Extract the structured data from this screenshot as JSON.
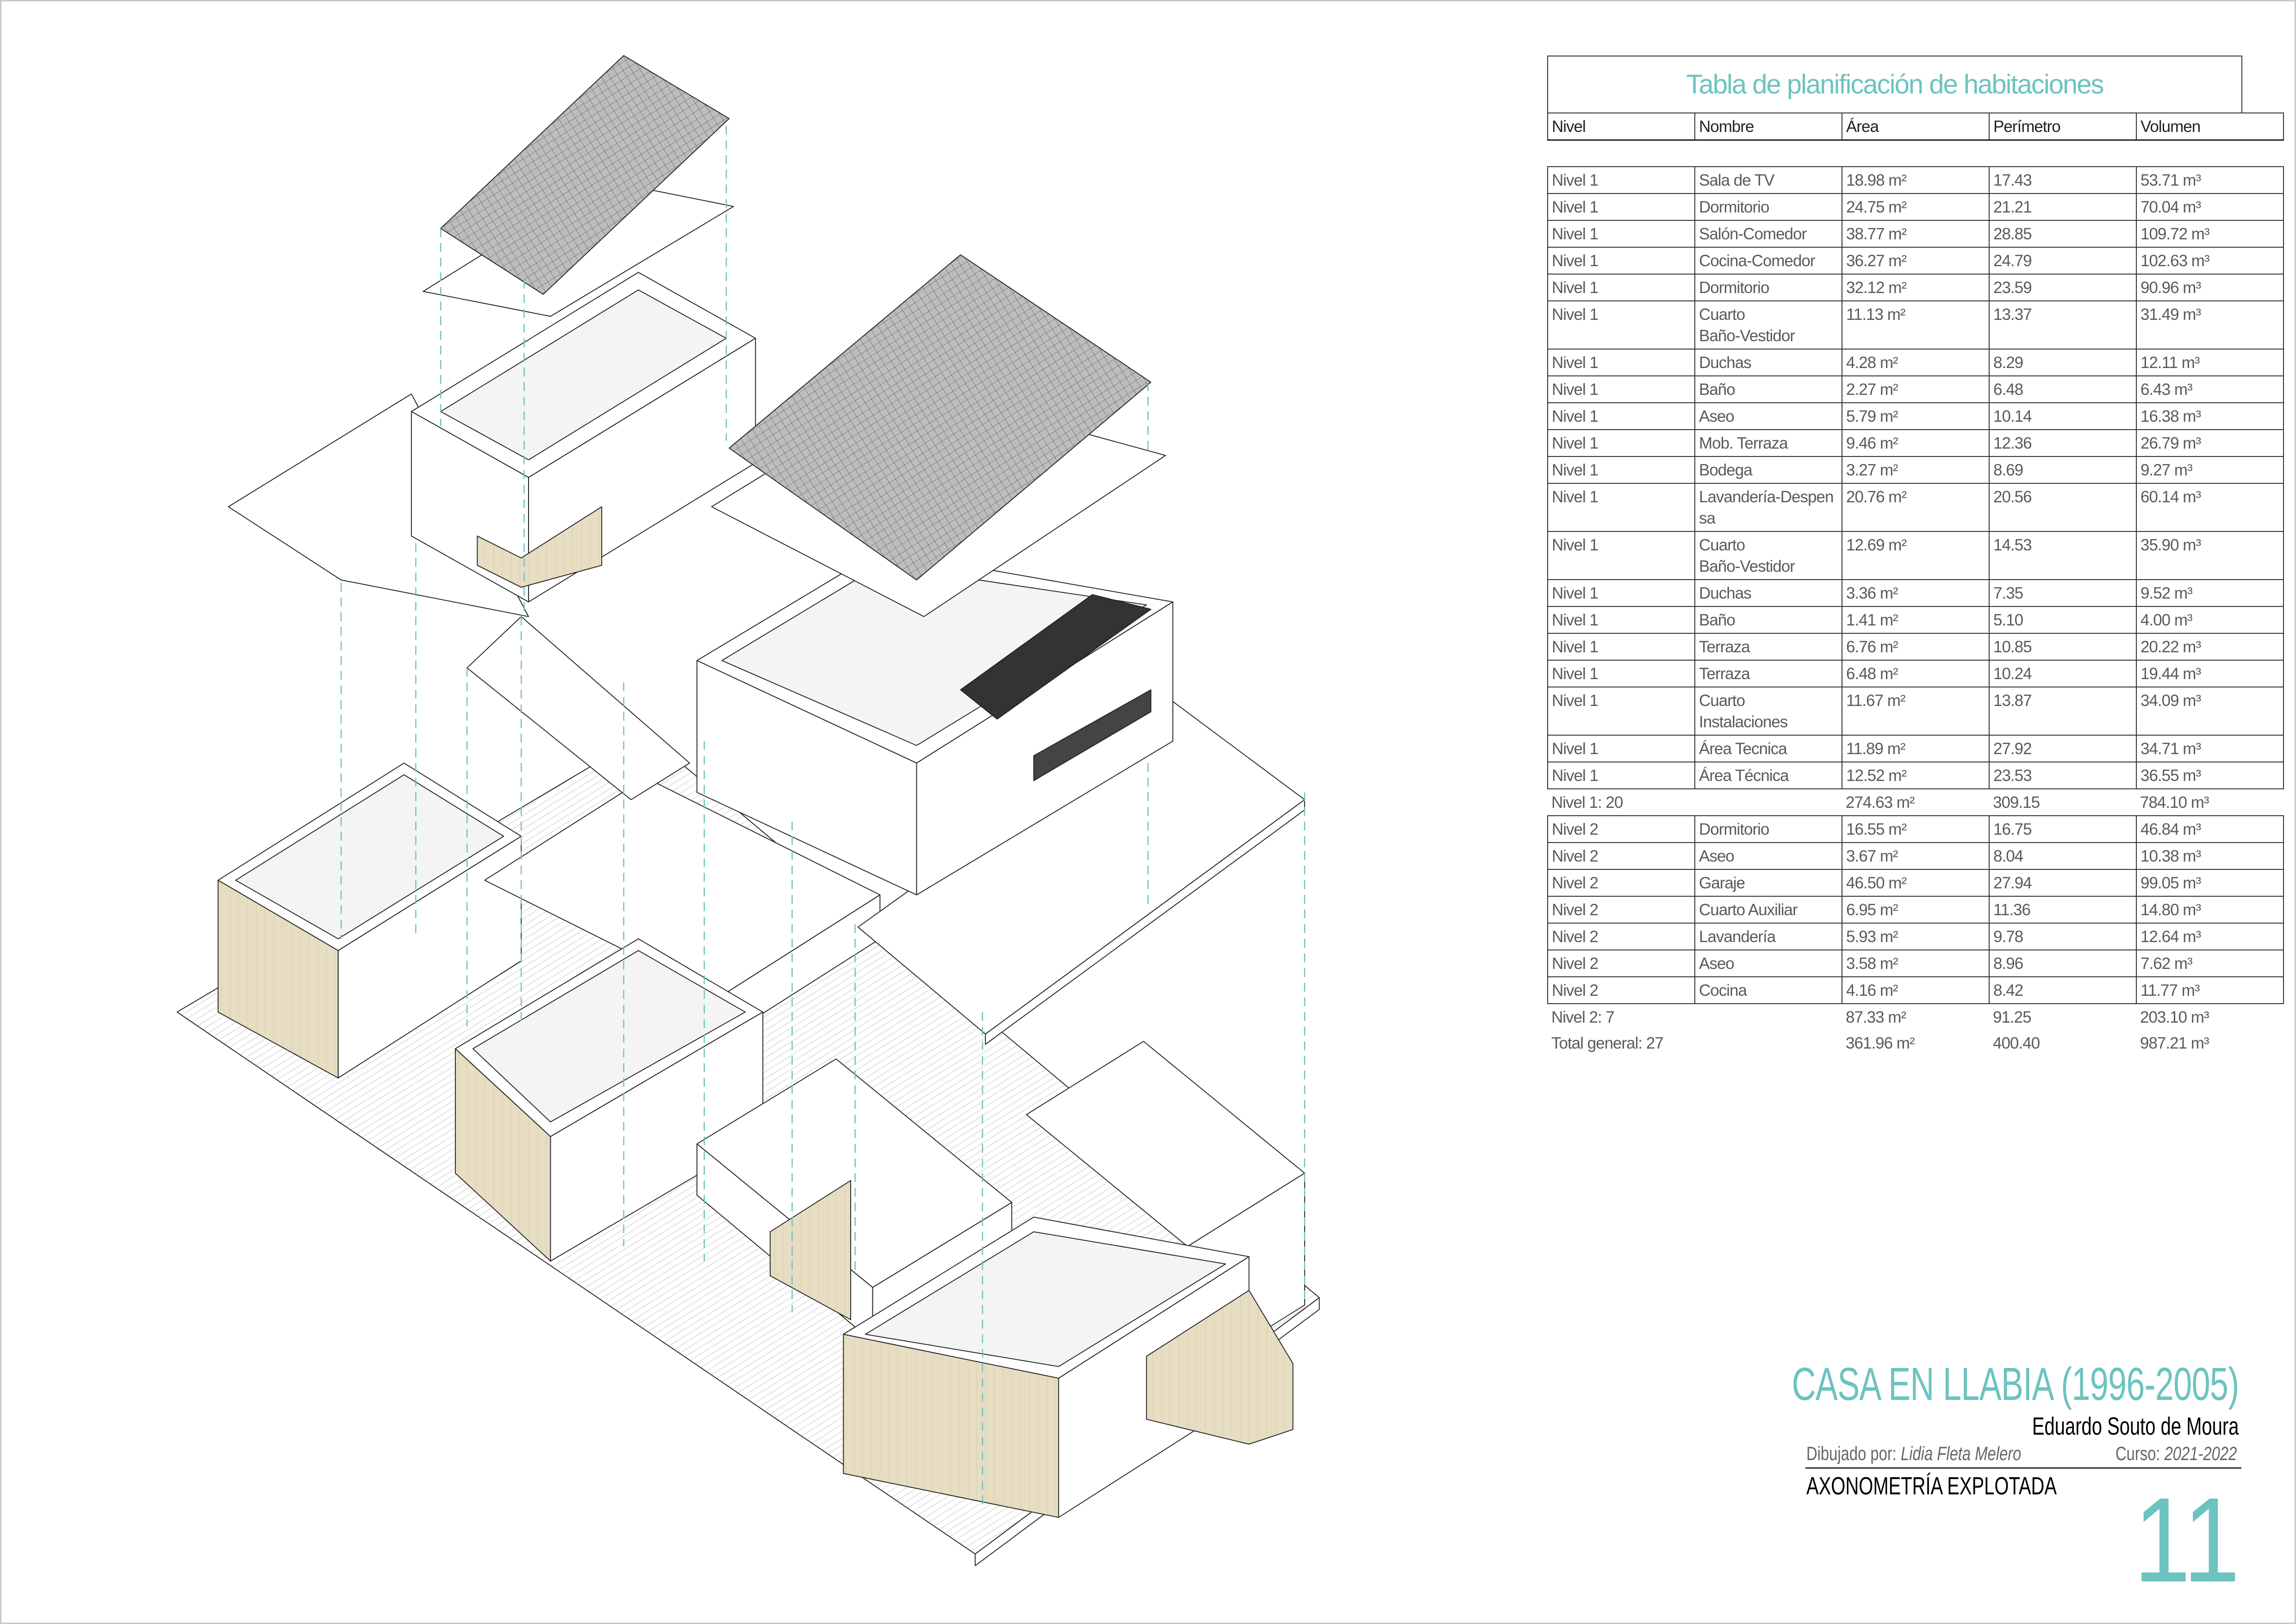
{
  "table": {
    "title": "Tabla de planificación de habitaciones",
    "headers": [
      "Nivel",
      "Nombre",
      "Área",
      "Perímetro",
      "Volumen"
    ],
    "levels": [
      {
        "rows": [
          [
            "Nivel 1",
            "Sala de TV",
            "18.98 m²",
            "17.43",
            "53.71 m³"
          ],
          [
            "Nivel 1",
            "Dormitorio",
            "24.75 m²",
            "21.21",
            "70.04 m³"
          ],
          [
            "Nivel 1",
            "Salón-Comedor",
            "38.77 m²",
            "28.85",
            "109.72 m³"
          ],
          [
            "Nivel 1",
            "Cocina-Comedor",
            "36.27 m²",
            "24.79",
            "102.63 m³"
          ],
          [
            "Nivel 1",
            "Dormitorio",
            "32.12 m²",
            "23.59",
            "90.96 m³"
          ],
          [
            "Nivel 1",
            "Cuarto\nBaño-Vestidor",
            "11.13 m²",
            "13.37",
            "31.49 m³"
          ],
          [
            "Nivel 1",
            "Duchas",
            "4.28 m²",
            "8.29",
            "12.11 m³"
          ],
          [
            "Nivel 1",
            "Baño",
            "2.27 m²",
            "6.48",
            "6.43 m³"
          ],
          [
            "Nivel 1",
            "Aseo",
            "5.79 m²",
            "10.14",
            "16.38 m³"
          ],
          [
            "Nivel 1",
            "Mob. Terraza",
            "9.46 m²",
            "12.36",
            "26.79 m³"
          ],
          [
            "Nivel 1",
            "Bodega",
            "3.27 m²",
            "8.69",
            "9.27 m³"
          ],
          [
            "Nivel 1",
            "Lavandería-Despen\nsa",
            "20.76 m²",
            "20.56",
            "60.14 m³"
          ],
          [
            "Nivel 1",
            "Cuarto\nBaño-Vestidor",
            "12.69 m²",
            "14.53",
            "35.90 m³"
          ],
          [
            "Nivel 1",
            "Duchas",
            "3.36 m²",
            "7.35",
            "9.52 m³"
          ],
          [
            "Nivel 1",
            "Baño",
            "1.41 m²",
            "5.10",
            "4.00 m³"
          ],
          [
            "Nivel 1",
            "Terraza",
            "6.76 m²",
            "10.85",
            "20.22 m³"
          ],
          [
            "Nivel 1",
            "Terraza",
            "6.48 m²",
            "10.24",
            "19.44 m³"
          ],
          [
            "Nivel 1",
            "Cuarto\nInstalaciones",
            "11.67 m²",
            "13.87",
            "34.09 m³"
          ],
          [
            "Nivel 1",
            "Área Tecnica",
            "11.89 m²",
            "27.92",
            "34.71 m³"
          ],
          [
            "Nivel 1",
            "Área Técnica",
            "12.52 m²",
            "23.53",
            "36.55 m³"
          ]
        ],
        "subtotal": [
          "Nivel 1: 20",
          "",
          "274.63 m²",
          "309.15",
          "784.10 m³"
        ]
      },
      {
        "rows": [
          [
            "Nivel 2",
            "Dormitorio",
            "16.55 m²",
            "16.75",
            "46.84 m³"
          ],
          [
            "Nivel 2",
            "Aseo",
            "3.67 m²",
            "8.04",
            "10.38 m³"
          ],
          [
            "Nivel 2",
            "Garaje",
            "46.50 m²",
            "27.94",
            "99.05 m³"
          ],
          [
            "Nivel 2",
            "Cuarto Auxiliar",
            "6.95 m²",
            "11.36",
            "14.80 m³"
          ],
          [
            "Nivel 2",
            "Lavandería",
            "5.93 m²",
            "9.78",
            "12.64 m³"
          ],
          [
            "Nivel 2",
            "Aseo",
            "3.58 m²",
            "8.96",
            "7.62 m³"
          ],
          [
            "Nivel 2",
            "Cocina",
            "4.16 m²",
            "8.42",
            "11.77 m³"
          ]
        ],
        "subtotal": [
          "Nivel 2: 7",
          "",
          "87.33 m²",
          "91.25",
          "203.10 m³"
        ]
      }
    ],
    "total": [
      "Total general: 27",
      "",
      "361.96 m²",
      "400.40",
      "987.21 m³"
    ]
  },
  "title_block": {
    "project": "CASA EN LLABIA (1996-2005)",
    "architect": "Eduardo Souto de Moura",
    "drawn_by_label": "Dibujado por: ",
    "drawn_by": "Lidia Fleta Melero",
    "course_label": "Curso: ",
    "course": "2021-2022",
    "sheet_name": "AXONOMETRÍA EXPLOTADA",
    "sheet_number": "11"
  },
  "colors": {
    "accent": "#6cc3bf",
    "cladding": "#e6ddc2",
    "line": "#222222"
  }
}
